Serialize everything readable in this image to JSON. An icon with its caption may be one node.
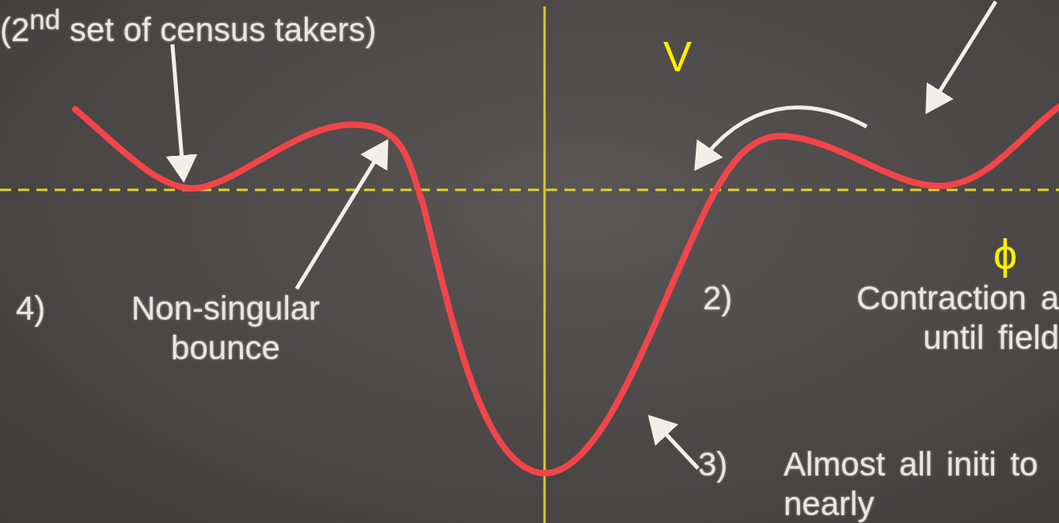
{
  "diagram": {
    "nodes": [
      {
        "text": [
          "(2$^{nd}$ set of census takers)"
        ]
      },
      {
        "text": [
          "4)",
          "Non-singular bounce"
        ]
      },
      {
        "text": [
          "2)",
          "Contraction a until field"
        ]
      },
      {
        "text": [
          "3)",
          "Almost all initi to nearly"
        ]
      }
    ],
    "edges": [
      {
        "from": 0,
        "to": null,
        "arrow": "to"
      },
      {
        "from": 1,
        "to": null,
        "arrow": "to"
      },
      {
        "from": 3,
        "to": null,
        "arrow": "to"
      }
    ],
    "labels": [
      "V",
      "ϕ"
    ]
  }
}
